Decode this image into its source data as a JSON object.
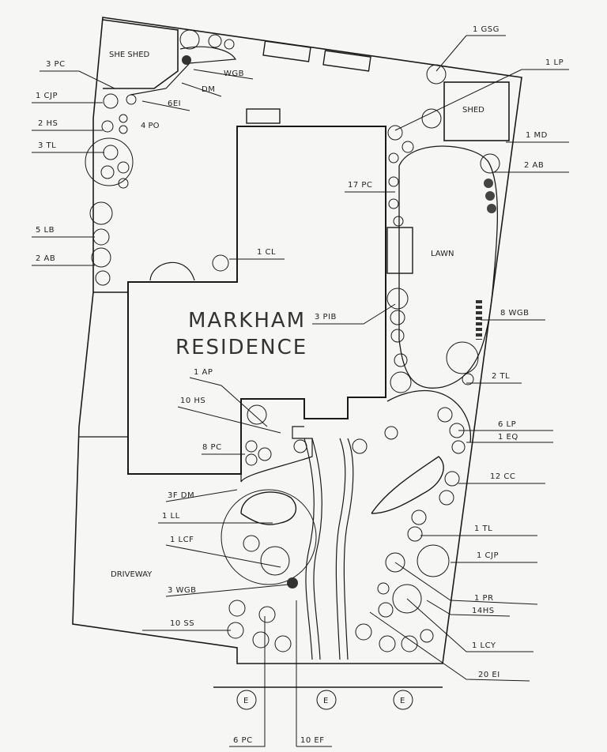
{
  "title_line1": "MARKHAM",
  "title_line2": "RESIDENCE",
  "areas": {
    "she_shed": "SHE SHED",
    "shed": "SHED",
    "lawn": "LAWN",
    "driveway": "DRIVEWAY",
    "four_po": "4 PO"
  },
  "callouts": {
    "gsg": "1 GSG",
    "lp": "1 LP",
    "pc3": "3 PC",
    "cjp1": "1 CJP",
    "hs2": "2 HS",
    "tl3": "3 TL",
    "lb5": "5 LB",
    "ab2_left": "2 AB",
    "wgb_top": "WGB",
    "dm_top": "DM",
    "ei6": "6EI",
    "md": "1 MD",
    "ab2_right": "2 AB",
    "pc17": "17 PC",
    "cl": "1 CL",
    "pib3": "3 PIB",
    "wgb8": "8 WGB",
    "tl2": "2 TL",
    "ap1": "1 AP",
    "hs10": "10 HS",
    "pc8": "8 PC",
    "dm3f": "3F DM",
    "ll1": "1 LL",
    "lcf1": "1 LCF",
    "wgb3": "3 WGB",
    "ss10": "10 SS",
    "lp6": "6 LP",
    "eq1": "1 EQ",
    "cc12": "12 CC",
    "tl1": "1 TL",
    "cjp1_b": "1 CJP",
    "pr1": "1 PR",
    "hs14": "14HS",
    "lcy1": "1 LCY",
    "ei20": "20 EI",
    "pc6": "6 PC",
    "ef10": "10 EF"
  },
  "street_markers": [
    "E",
    "E",
    "E"
  ]
}
